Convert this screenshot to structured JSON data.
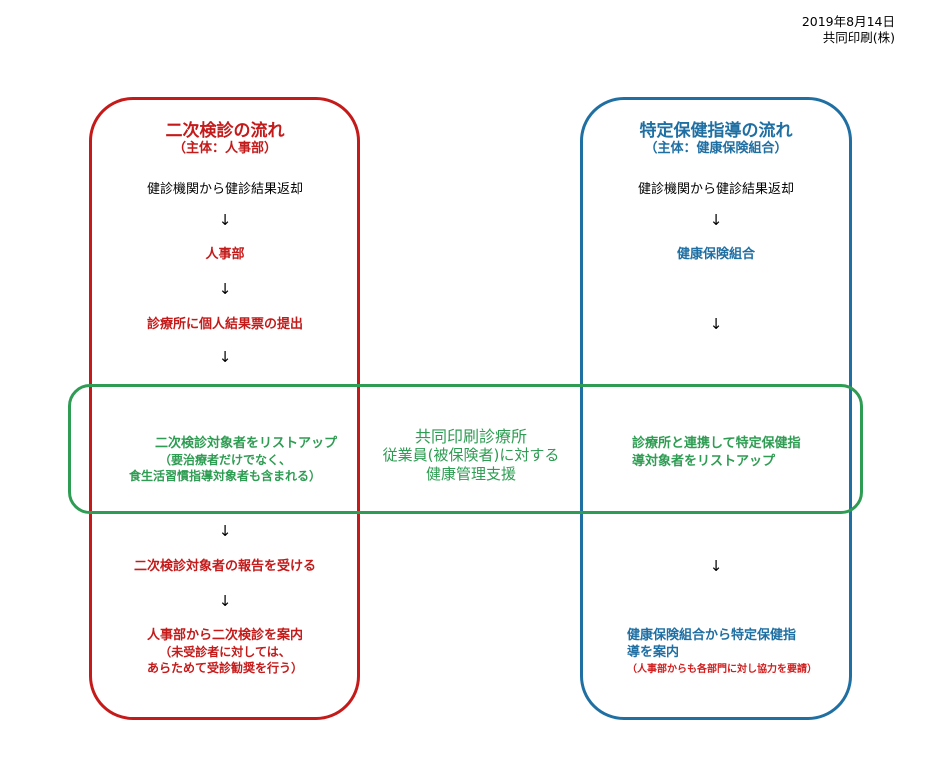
{
  "header": {
    "date": "2019年8月14日",
    "company": "共同印刷(株)"
  },
  "left": {
    "title": "二次検診の流れ",
    "subtitle": "（主体：人事部）",
    "step1": "健診機関から健診結果返却",
    "arrow": "↓",
    "step2": "人事部",
    "step3": "診療所に個人結果票の提出",
    "step4_line1": "二次検診対象者をリストアップ",
    "step4_line2": "（要治療者だけでなく、",
    "step4_line3": "食生活習慣指導対象者も含まれる）",
    "step5": "二次検診対象者の報告を受ける",
    "step6_line1": "人事部から二次検診を案内",
    "step6_line2": "（未受診者に対しては、",
    "step6_line3": "あらためて受診勧奨を行う）"
  },
  "center": {
    "line1": "共同印刷診療所",
    "line2": "従業員(被保険者)に対する",
    "line3": "健康管理支援"
  },
  "right": {
    "title": "特定保健指導の流れ",
    "subtitle": "（主体：健康保険組合）",
    "step1": "健診機関から健診結果返却",
    "arrow": "↓",
    "step2": "健康保険組合",
    "step4_line1": "診療所と連携して特定保健指",
    "step4_line2": "導対象者をリストアップ",
    "step6_line1": "健康保険組合から特定保健指",
    "step6_line2": "導を案内",
    "step6_line3": "（人事部からも各部門に対し協力を要請）"
  },
  "colors": {
    "red": "#c41a1a",
    "blue": "#1f6fa3",
    "green": "#2e9c52"
  }
}
